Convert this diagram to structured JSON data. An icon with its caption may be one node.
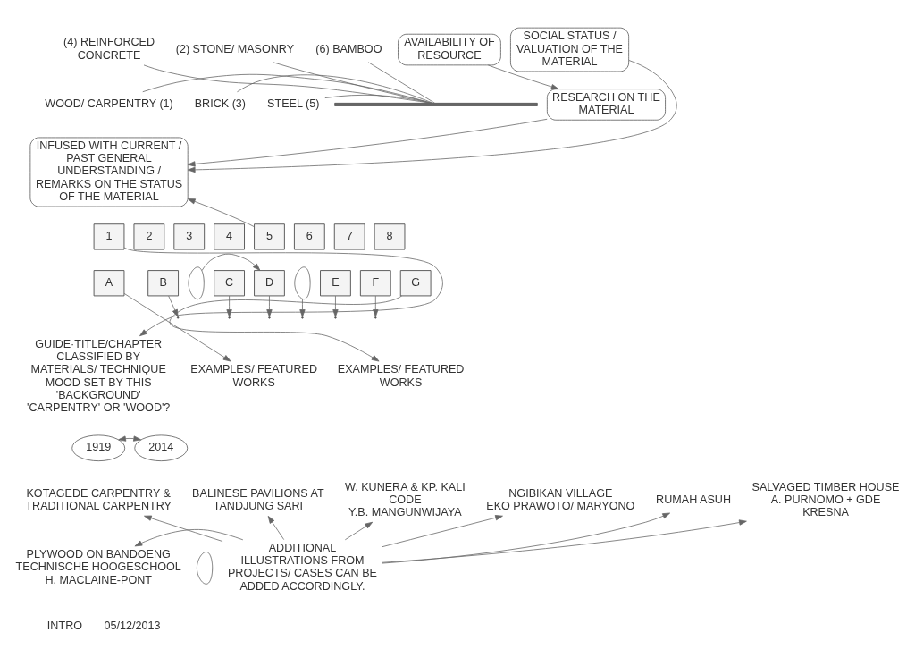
{
  "diagram": {
    "nodes": [
      {
        "text": [
          "(4) REINFORCED CONCRETE"
        ]
      },
      {
        "text": [
          "(2) STONE/ MASONRY"
        ]
      },
      {
        "text": [
          "AVAILABILITY OF RESOURCE"
        ]
      },
      {
        "text": [
          "RESEARCH ON THE MATERIAL"
        ]
      },
      {
        "text": [
          "SOCIAL STATUS / VALUATION OF THE MATERIAL"
        ]
      },
      {
        "text": [
          "(6) BAMBOO"
        ]
      },
      {
        "text": [
          "INFUSED WITH CURRENT / PAST GENERAL UNDERSTANDING / REMARKS ON THE STATUS OF THE MATERIAL"
        ]
      },
      {
        "text": [],
        "shape": "bar"
      },
      {
        "text": [
          "WOOD/ CARPENTRY (1)"
        ]
      },
      {
        "text": [
          "BRICK (3)"
        ]
      },
      {
        "text": [
          "STEEL (5)"
        ]
      },
      {
        "text": [
          "1"
        ]
      },
      {
        "text": [
          "2"
        ]
      },
      {
        "text": [
          "3"
        ]
      },
      {
        "text": [
          "4"
        ]
      },
      {
        "text": [
          "5"
        ]
      },
      {
        "text": [
          "6"
        ]
      },
      {
        "text": [
          "7"
        ]
      },
      {
        "text": [
          "8"
        ]
      },
      {
        "text": [
          "G"
        ]
      },
      {
        "text": [
          "F"
        ]
      },
      {
        "text": [
          "EXAMPLES/ FEATURED WORKS"
        ]
      },
      {
        "text": [
          "2014"
        ]
      },
      {
        "text": [
          "E"
        ]
      },
      {
        "text": [
          "D"
        ]
      },
      {
        "text": [
          "SALVAGED TIMBER HOUSE A. PURNOMO + GDE KRESNA"
        ]
      },
      {
        "text": [
          "RUMAH ASUH"
        ]
      },
      {
        "text": [
          "C"
        ]
      },
      {
        "text": [],
        "shape": "person"
      },
      {
        "text": [],
        "shape": "person"
      },
      {
        "text": [
          "B"
        ]
      },
      {
        "text": [
          "NGIBIKAN VILLAGE",
          "EKO PRAWOTO/ MARYONO"
        ]
      },
      {
        "text": [
          "W. KUNERA & KP. KALI CODE",
          "Y.B. MANGUNWIJAYA"
        ]
      },
      {
        "text": [
          "A"
        ]
      },
      {
        "text": [
          "GUIDE·TITLE/CHAPTER CLASSIFIED BY MATERIALS/ TECHNIQUE MOOD SET BY THIS 'BACKGROUND'",
          "'CARPENTRY' OR 'WOOD'?"
        ]
      },
      {
        "text": [
          "BALINESE PAVILIONS AT TANDJUNG SARI"
        ]
      },
      {
        "text": [
          "ADDITIONAL ILLUSTRATIONS FROM PROJECTS/ CASES CAN BE ADDED ACCORDINGLY."
        ]
      },
      {
        "text": [],
        "shape": "person"
      },
      {
        "text": [
          "EXAMPLES/ FEATURED WORKS"
        ]
      },
      {
        "text": [
          "KOTAGEDE CARPENTRY & TRADITIONAL CARPENTRY"
        ]
      },
      {
        "text": [
          "1919"
        ]
      },
      {
        "text": [
          "PLYWOOD ON BANDOENG TECHNISCHE HOOGESCHOOL H. MACLAINE-PONT"
        ]
      }
    ],
    "edges": [
      {
        "from": 0,
        "to": 7,
        "arrow": "none"
      },
      {
        "from": 1,
        "to": 7,
        "arrow": "none"
      },
      {
        "from": 5,
        "to": 7,
        "arrow": "none"
      },
      {
        "from": 8,
        "to": 7,
        "arrow": "none"
      },
      {
        "from": 9,
        "to": 7,
        "arrow": "none"
      },
      {
        "from": 10,
        "to": 7,
        "arrow": "none"
      },
      {
        "from": 2,
        "to": 3,
        "arrow": "to"
      },
      {
        "from": 3,
        "to": 6,
        "arrow": "to"
      },
      {
        "from": 4,
        "to": 6,
        "arrow": "to"
      },
      {
        "from": 15,
        "to": 6,
        "arrow": "to"
      },
      {
        "from": 11,
        "to": 34,
        "arrow": "to"
      },
      {
        "from": 33,
        "to": 38,
        "arrow": "to"
      },
      {
        "from": 30,
        "to": null,
        "arrow": "to"
      },
      {
        "from": 27,
        "to": null,
        "arrow": "to"
      },
      {
        "from": 24,
        "to": null,
        "arrow": "to"
      },
      {
        "from": 23,
        "to": null,
        "arrow": "to"
      },
      {
        "from": 20,
        "to": null,
        "arrow": "to"
      },
      {
        "from": 19,
        "to": 21,
        "arrow": "to"
      },
      {
        "from": 40,
        "to": 22,
        "arrow": "both"
      },
      {
        "from": 29,
        "to": 24,
        "arrow": "to"
      },
      {
        "from": 28,
        "to": null,
        "arrow": "to"
      },
      {
        "from": 36,
        "to": 26,
        "arrow": "to"
      },
      {
        "from": 36,
        "to": 25,
        "arrow": "to"
      },
      {
        "from": 36,
        "to": 31,
        "arrow": "to"
      },
      {
        "from": 36,
        "to": 32,
        "arrow": "to"
      },
      {
        "from": 36,
        "to": 35,
        "arrow": "to"
      },
      {
        "from": 36,
        "to": 39,
        "arrow": "to"
      },
      {
        "from": 36,
        "to": 41,
        "arrow": "to"
      }
    ],
    "labels": [
      "INTRO",
      "05/12/2013"
    ]
  }
}
